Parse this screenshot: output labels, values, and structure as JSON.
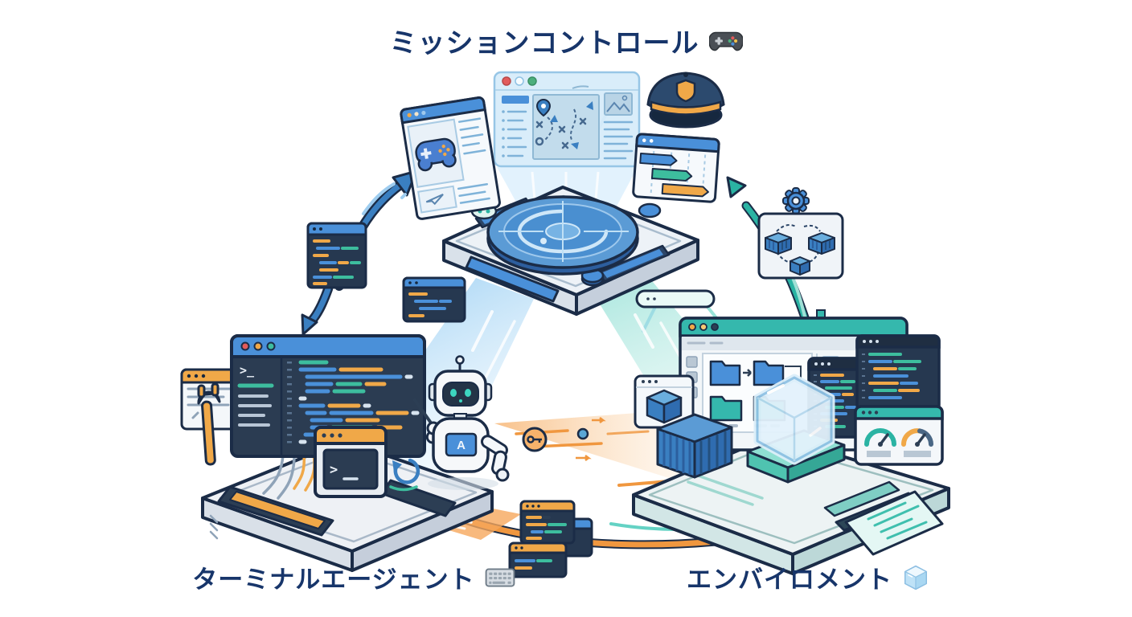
{
  "diagram": {
    "nodes": {
      "mission_control": {
        "label": "ミッションコントロール",
        "emoji": "🎮",
        "icons": [
          "radar-platform",
          "hologram-strategy-window",
          "gamepad-window",
          "gantt-window",
          "police-cap"
        ]
      },
      "terminal_agent": {
        "label": "ターミナルエージェント",
        "emoji": "⌨️",
        "robot_badge": "A",
        "icons": [
          "code-editor-window",
          "terminal-window",
          "robot-assistant",
          "wrench",
          "notes-window",
          "refresh-arrow"
        ]
      },
      "environment": {
        "label": "エンバイロメント",
        "emoji": "🧊",
        "icons": [
          "file-manager-window",
          "code-windows",
          "gauge-dashboard",
          "ice-cube",
          "shipping-container",
          "cube-window",
          "receipt-printer",
          "search-pill",
          "gear-container-card"
        ]
      }
    },
    "connections": [
      {
        "from": "terminal_agent",
        "to": "mission_control",
        "color": "#3a7fc1",
        "via": "code-snippet-window"
      },
      {
        "from": "mission_control",
        "to": "terminal_agent",
        "color": "#3a7fc1"
      },
      {
        "from": "terminal_agent",
        "to": "environment",
        "color": "#f0973f",
        "via": "code-snippet-windows"
      },
      {
        "from": "environment",
        "to": "mission_control",
        "color": "#2ab3a3",
        "via": "gear-container-card"
      },
      {
        "from": "terminal_agent",
        "to": "environment",
        "color": "#f6b26b",
        "via": "key-beam"
      }
    ],
    "colors": {
      "label_text": "#17356a",
      "blue": "#3a7fc1",
      "teal": "#2ab3a3",
      "orange": "#f0973f",
      "editor_bg": "#263850",
      "outline": "#1b2c47",
      "hologram": "#d6ecfa"
    }
  }
}
